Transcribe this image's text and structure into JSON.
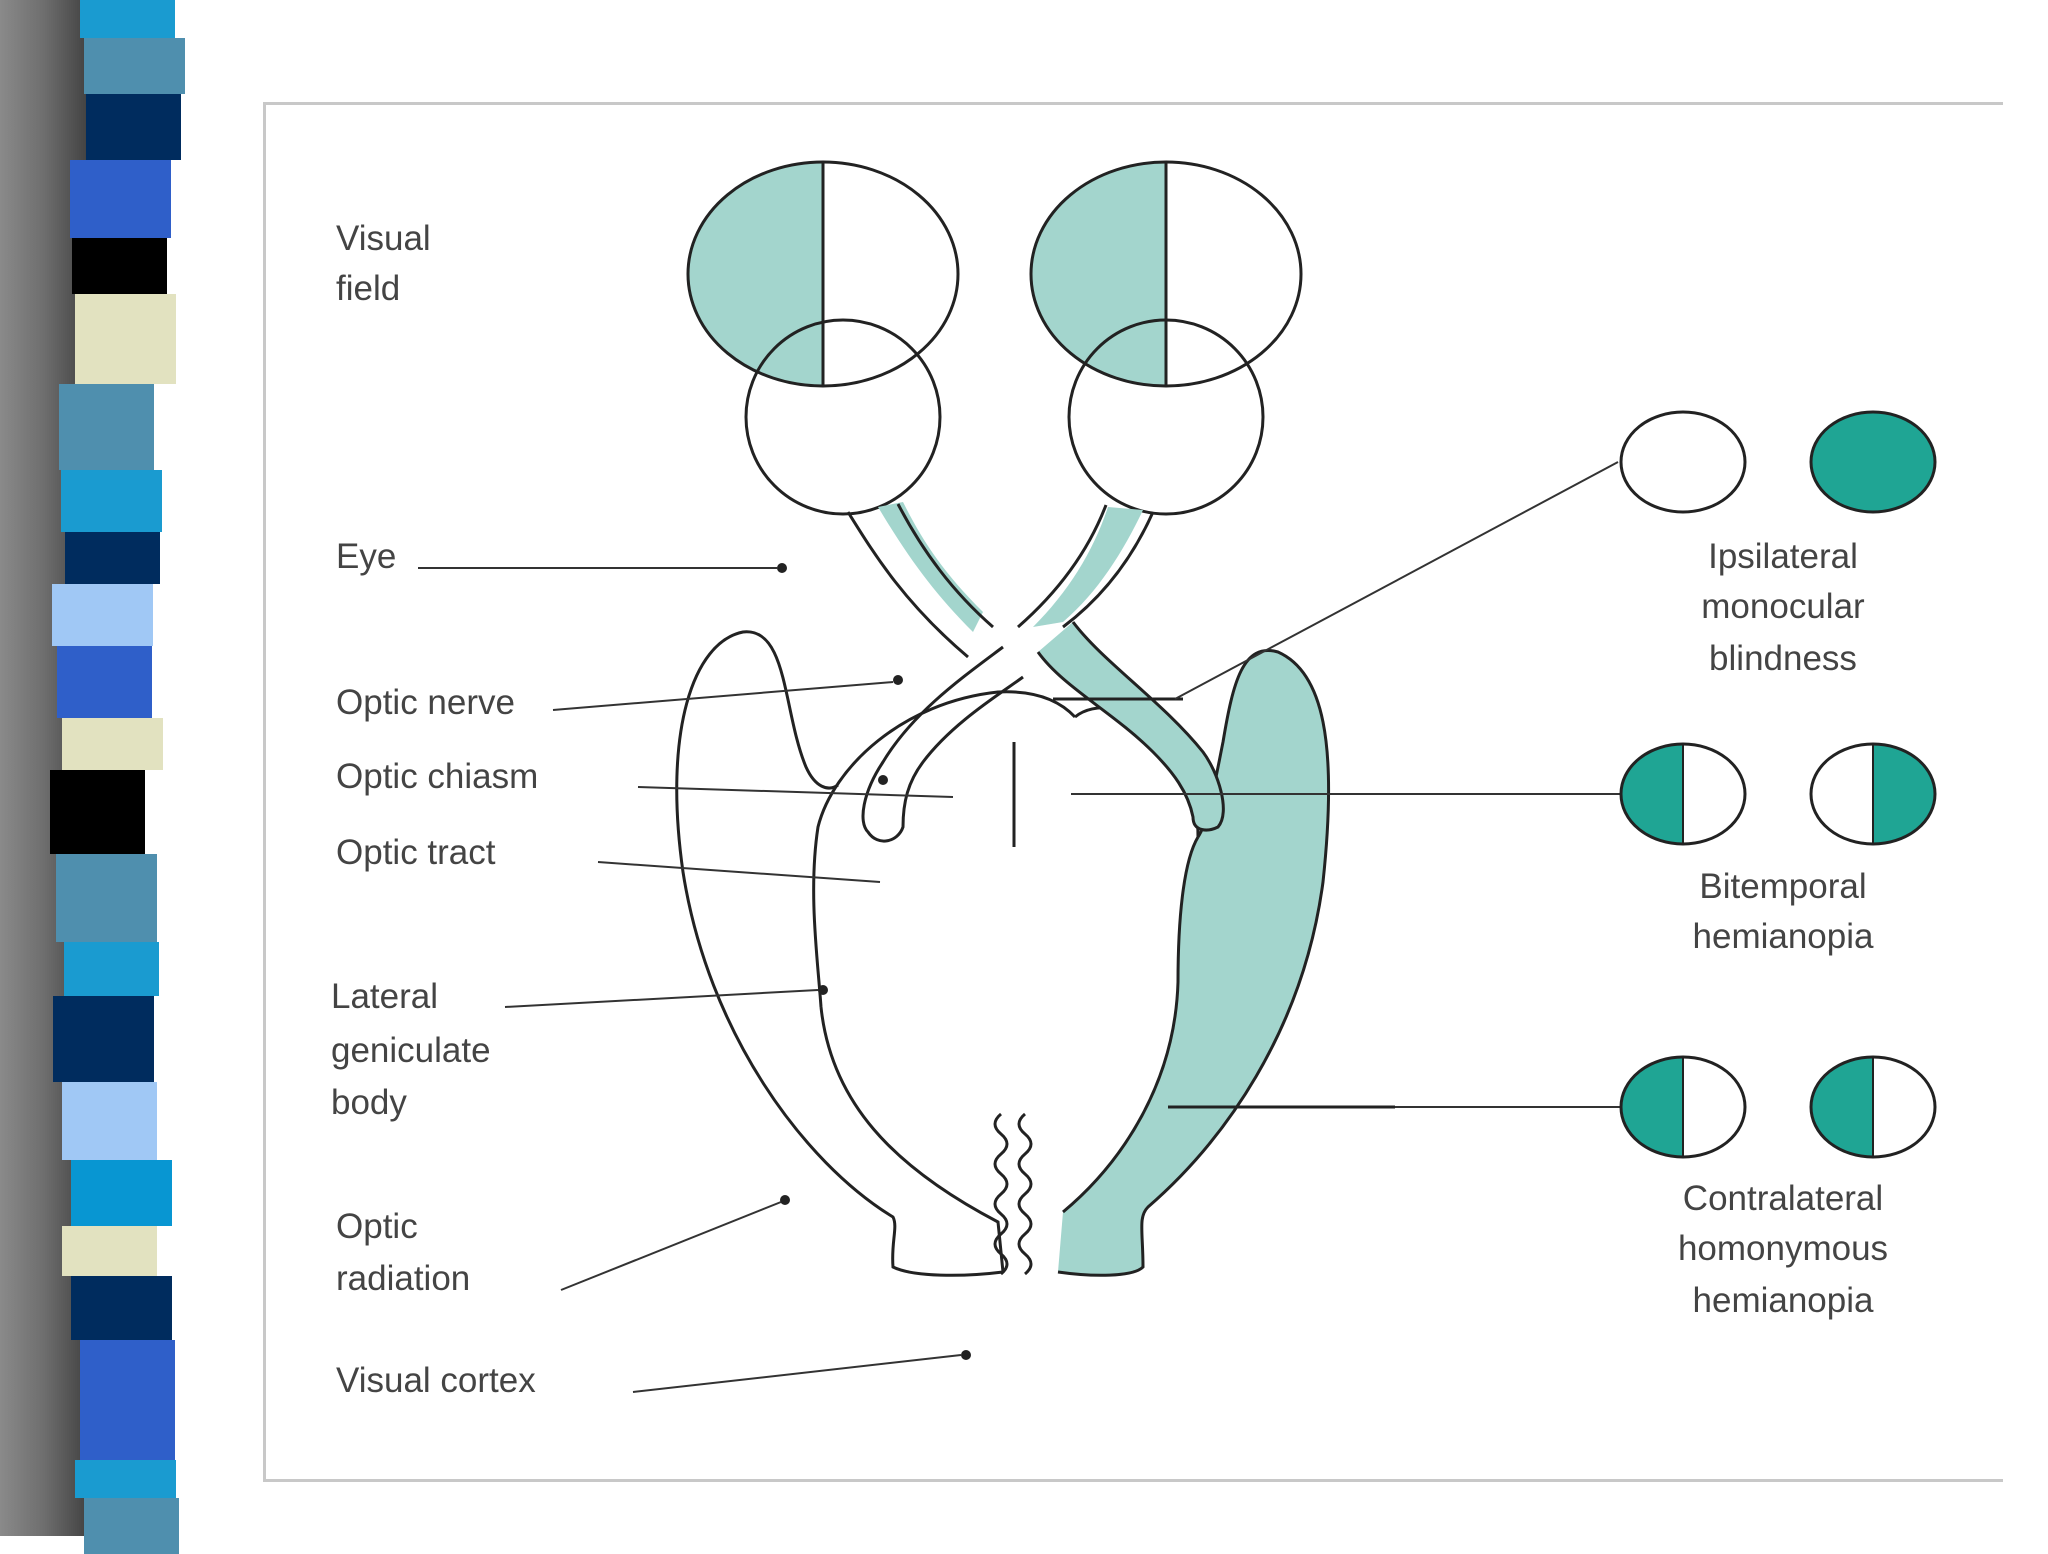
{
  "colors": {
    "shade_light": "#a3d5cd",
    "shade_dark": "#1fa594",
    "stripe_palette": [
      "#1a9bd0",
      "#4f8fae",
      "#002c5e",
      "#2f5fc9",
      "#000000",
      "#e2e2c0",
      "#a0c8f5",
      "#0896d2"
    ]
  },
  "labels": {
    "visual_field": [
      "Visual",
      "field"
    ],
    "eye": "Eye",
    "optic_nerve": "Optic nerve",
    "optic_chiasm": "Optic chiasm",
    "optic_tract": "Optic tract",
    "lateral_geniculate": [
      "Lateral",
      "geniculate",
      "body"
    ],
    "optic_radiation": [
      "Optic",
      "radiation"
    ],
    "visual_cortex": "Visual cortex"
  },
  "lesions": [
    {
      "label": [
        "Ipsilateral",
        "monocular",
        "blindness"
      ],
      "left_field": "none",
      "right_field": "full"
    },
    {
      "label": [
        "Bitemporal",
        "hemianopia"
      ],
      "left_field": "left-half",
      "right_field": "right-half"
    },
    {
      "label": [
        "Contralateral",
        "homonymous",
        "hemianopia"
      ],
      "left_field": "left-half",
      "right_field": "left-half"
    }
  ]
}
